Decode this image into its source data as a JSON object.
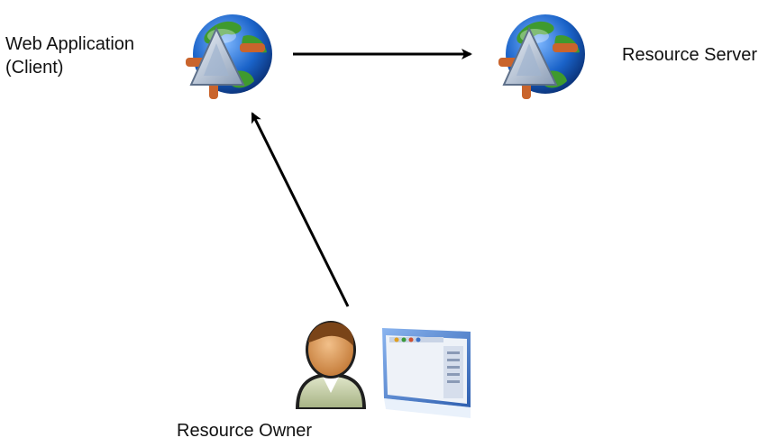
{
  "nodes": {
    "client": {
      "label_line1": "Web Application",
      "label_line2": "(Client)",
      "icon": "globe-server-icon"
    },
    "resource_server": {
      "label": "Resource Server",
      "icon": "globe-server-icon"
    },
    "resource_owner": {
      "label": "Resource Owner",
      "icons": [
        "person-icon",
        "browser-window-icon"
      ]
    }
  },
  "edges": [
    {
      "from": "client",
      "to": "resource_server"
    },
    {
      "from": "resource_owner",
      "to": "client"
    }
  ],
  "colors": {
    "arrow": "#000000",
    "globe_ocean": "#1a63c9",
    "globe_land": "#3f9a2e",
    "pyramid": "#b9c8dc",
    "pipe": "#c9642c",
    "person_shirt": "#5f6f2e",
    "person_skin": "#d9954f",
    "browser_frame": "#4f86d8"
  }
}
